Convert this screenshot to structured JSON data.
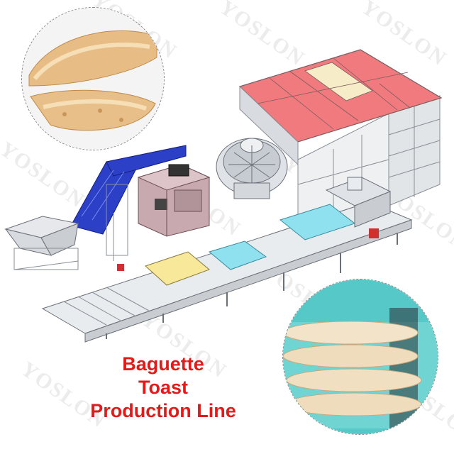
{
  "brand": {
    "watermark": "YOSLON"
  },
  "caption": {
    "line1": "Baguette",
    "line2": "Toast",
    "line3": "Production Line",
    "color": "#e41a1a"
  },
  "colors": {
    "proofer_roof": "#f07a7e",
    "proofer_roof_light": "#f7ecc8",
    "elevator": "#2c3fc7",
    "conveyor_cyan": "#8fe1f0",
    "conveyor_yellow": "#f8e89a",
    "mixer_body": "#c9a9b0",
    "frame_grey": "#bfc3c8"
  }
}
